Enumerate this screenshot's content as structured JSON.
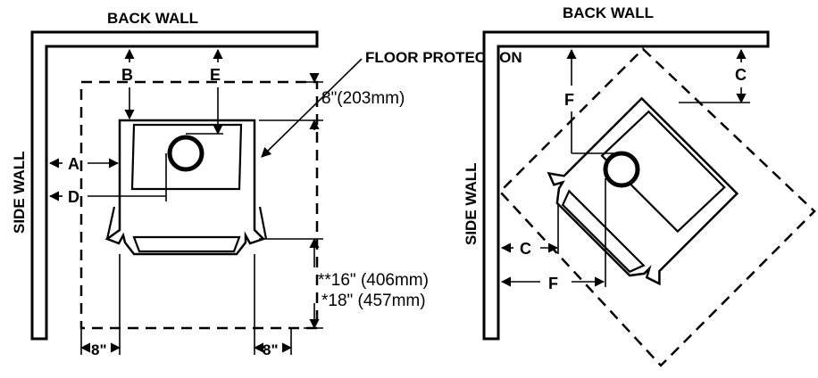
{
  "labels": {
    "back_wall_left": "BACK WALL",
    "back_wall_right": "BACK WALL",
    "side_wall_left": "SIDE WALL",
    "side_wall_right": "SIDE WALL",
    "floor_protection": "FLOOR PROTECTION",
    "dim_A": "A",
    "dim_B": "B",
    "dim_D": "D",
    "dim_E": "E",
    "dim_C_top": "C",
    "dim_C_side": "C",
    "dim_F_top": "F",
    "dim_F_side": "F",
    "front_8in": "8\"(203mm)",
    "front_16in": "**16\" (406mm)",
    "front_18in": "*18\" (457mm)",
    "side_8_left": "8\"",
    "side_8_right": "8\""
  },
  "colors": {
    "line": "#000000",
    "background": "#ffffff"
  }
}
